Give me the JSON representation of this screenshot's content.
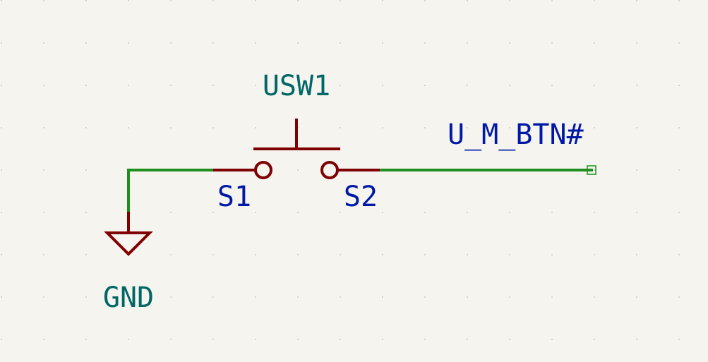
{
  "component": {
    "reference": "USW1",
    "pins": {
      "left": "S1",
      "right": "S2"
    }
  },
  "net_label": "U_M_BTN#",
  "power_symbol": "GND",
  "colors": {
    "background": "#f5f4ef",
    "wire": "#1c8f1c",
    "symbol": "#7f0000",
    "reference_text": "#006666",
    "pin_text": "#0018a8",
    "grid_dot": "#c9c9c4"
  }
}
